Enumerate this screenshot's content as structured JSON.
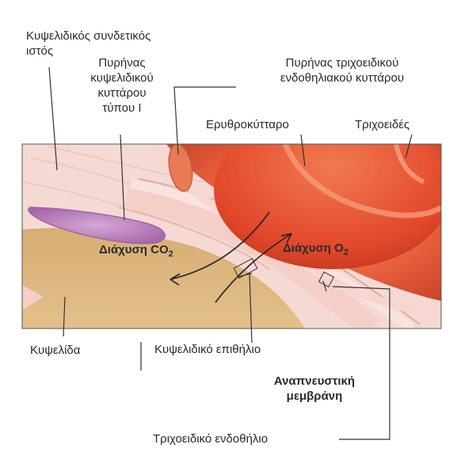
{
  "labels": {
    "connective_tissue": [
      "Κυψελιδικός συνδετικός",
      "ιστός"
    ],
    "type1_nucleus": [
      "Πυρήνας",
      "κυψελιδικού",
      "κυττάρου",
      "τύπου Ι"
    ],
    "endothelial_nucleus": [
      "Πυρήνας τριχοειδικού",
      "ενδοθηλιακού κυττάρου"
    ],
    "erythrocyte": "Ερυθροκύτταρο",
    "capillary": "Τριχοειδές",
    "co2_diffusion": "Διάχυση CO",
    "co2_sub": "2",
    "o2_diffusion": "Διάχυση O",
    "o2_sub": "2",
    "alveolus": "Κυψελίδα",
    "alveolar_epithelium": "Κυψελιδικό επιθήλιο",
    "respiratory_membrane": [
      "Αναπνευστική",
      "μεμβράνη"
    ],
    "capillary_endothelium": "Τριχοειδικό ενδοθήλιο"
  },
  "colors": {
    "tissue_pink": "#f4d4cf",
    "alveolus_tan": "#d9b47a",
    "capillary_orange": "#e8603c",
    "erythrocyte_red": "#e2472a",
    "nucleus_purple": "#b27bb6",
    "line": "#3a3a3a"
  }
}
